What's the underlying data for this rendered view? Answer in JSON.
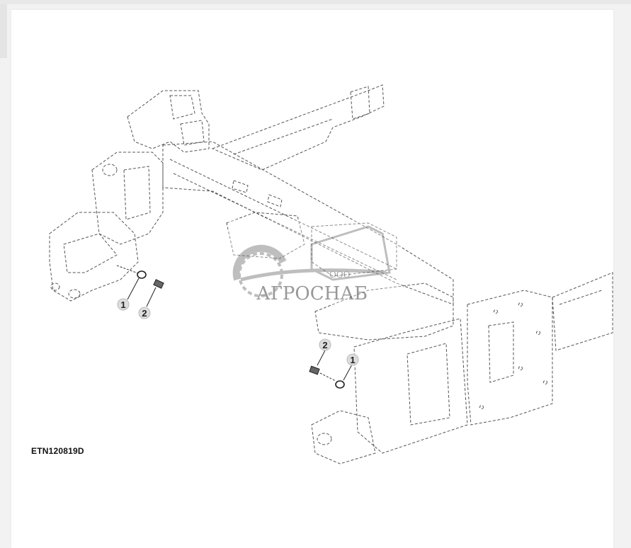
{
  "figure": {
    "id": "ETN120819D"
  },
  "callouts": {
    "left_1": "1",
    "left_2": "2",
    "right_1": "1",
    "right_2": "2"
  },
  "watermark": {
    "line1": "ООО",
    "line2": "АГРОСНАБ"
  },
  "colors": {
    "line": "#555555",
    "callout_fill": "#dddddd",
    "watermark": "#9a9a9a"
  }
}
